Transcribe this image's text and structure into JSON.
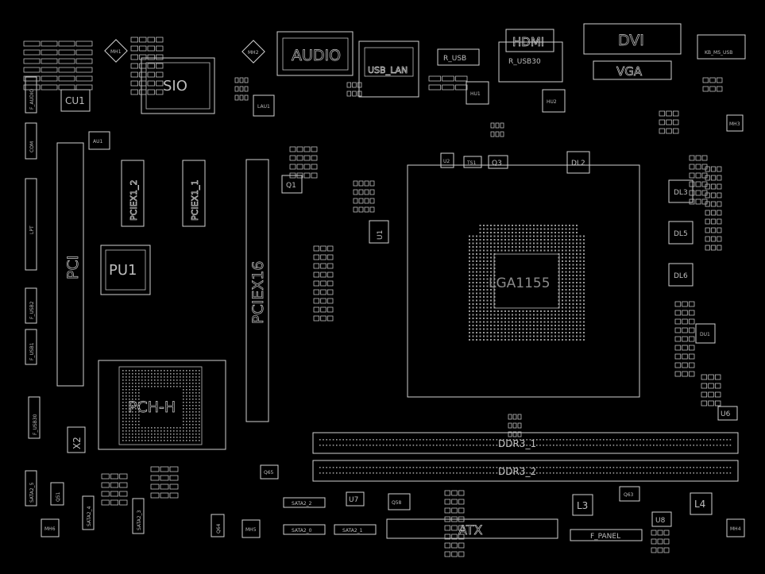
{
  "board": {
    "connectors": {
      "audio": "AUDIO",
      "usb_lan": "USB_LAN",
      "r_usb": "R_USB",
      "hdmi": "HDMI",
      "r_usb30": "R_USB30",
      "dvi": "DVI",
      "vga": "VGA",
      "kb_ms_usb": "KB_MS_USB",
      "atx": "ATX",
      "f_panel": "F_PANEL",
      "ddr3_1": "DDR3_1",
      "ddr3_2": "DDR3_2"
    },
    "chips": {
      "sio": "SIO",
      "pu1": "PU1",
      "pch": "PCH-H",
      "cpu_socket": "LGA1155",
      "cu1": "CU1",
      "au1": "AU1",
      "u1": "U1",
      "u2": "U2",
      "u6": "U6",
      "u7": "U7",
      "u8": "U8",
      "hu1": "HU1",
      "hu2": "HU2",
      "lau1": "LAU1",
      "du1": "DU1",
      "x2": "X2",
      "q1": "Q1",
      "q3": "Q3",
      "q58": "Q58",
      "q63": "Q63",
      "q64": "Q64",
      "q65": "Q65",
      "q51": "Q51",
      "ts1": "TS1",
      "dl2": "DL2"
    },
    "slots": {
      "pci": "PCI",
      "pciex16": "PCIEX16",
      "pciex1_2": "PCIEX1_2",
      "pciex1_1": "PCIEX1_1"
    },
    "inductors": {
      "dl3": "DL3",
      "dl5": "DL5",
      "dl6": "DL6",
      "l3": "L3",
      "l4": "L4"
    },
    "headers": {
      "f_audio": "F_AUDIO",
      "com": "COM",
      "lpt": "LPT",
      "f_usb2": "F_USB2",
      "f_usb1": "F_USB1",
      "f_usb3": "F_USB30",
      "sata2_0": "SATA2_0",
      "sata2_1": "SATA2_1",
      "sata2_2": "SATA2_2",
      "sata2_3": "SATA2_3",
      "sata2_4": "SATA2_4",
      "sata2_5": "SATA2_5"
    },
    "mounting_holes": {
      "mh1": "MH1",
      "mh2": "MH2",
      "mh3": "MH3",
      "mh4": "MH4",
      "mh5": "MH5",
      "mh6": "MH6"
    }
  }
}
